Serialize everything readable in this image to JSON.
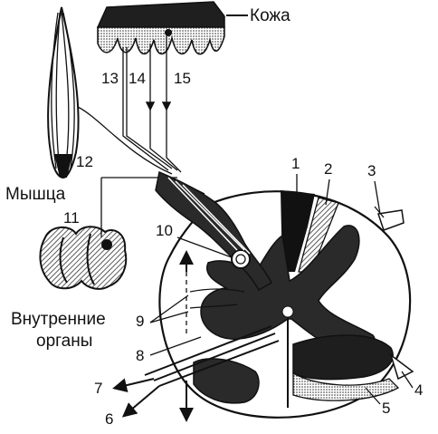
{
  "labels": {
    "skin": "Кожа",
    "muscle": "Мышца",
    "organs_line1": "Внутренние",
    "organs_line2": "органы",
    "n1": "1",
    "n2": "2",
    "n3": "3",
    "n4": "4",
    "n5": "5",
    "n6": "6",
    "n7": "7",
    "n8": "8",
    "n9": "9",
    "n10": "10",
    "n11": "11",
    "n12": "12",
    "n13": "13",
    "n14": "14",
    "n15": "15"
  },
  "colors": {
    "ink": "#111111",
    "paper": "#ffffff",
    "gray_matter": "#2a2a2a",
    "hatching": "#555555"
  }
}
